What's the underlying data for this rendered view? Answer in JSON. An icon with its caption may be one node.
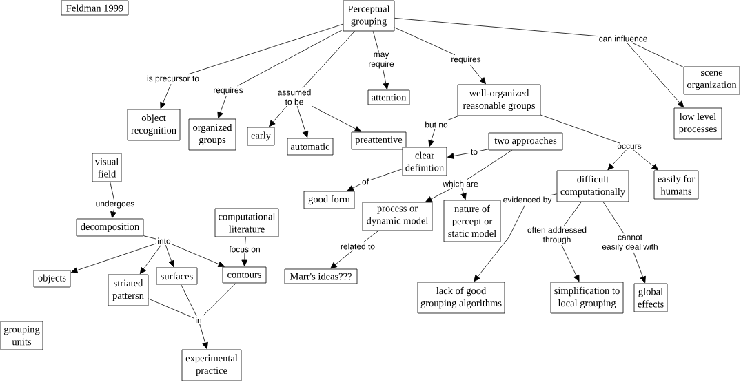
{
  "diagram": {
    "nodes": [
      {
        "text": [
          "Feldman 1999"
        ]
      },
      {
        "text": [
          "Perceptual grouping"
        ]
      },
      {
        "text": [
          "object recognition"
        ]
      },
      {
        "text": [
          "organized groups"
        ]
      },
      {
        "text": [
          "early"
        ]
      },
      {
        "text": [
          "automatic"
        ]
      },
      {
        "text": [
          "attention"
        ]
      },
      {
        "text": [
          "preattentive"
        ]
      },
      {
        "text": [
          "well-organized reasonable groups"
        ]
      },
      {
        "text": [
          "scene organization"
        ]
      },
      {
        "text": [
          "low level processes"
        ]
      },
      {
        "text": [
          "clear definition"
        ]
      },
      {
        "text": [
          "two approaches"
        ]
      },
      {
        "text": [
          "good form"
        ]
      },
      {
        "text": [
          "process or dynamic model"
        ]
      },
      {
        "text": [
          "nature of percept or static model"
        ]
      },
      {
        "text": [
          "difficult computationally"
        ]
      },
      {
        "text": [
          "easily for humans"
        ]
      },
      {
        "text": [
          "visual field"
        ]
      },
      {
        "text": [
          "decomposition"
        ]
      },
      {
        "text": [
          "computational literature"
        ]
      },
      {
        "text": [
          "objects"
        ]
      },
      {
        "text": [
          "striated pattersn"
        ]
      },
      {
        "text": [
          "surfaces"
        ]
      },
      {
        "text": [
          "contours"
        ]
      },
      {
        "text": [
          "Marr's ideas???"
        ]
      },
      {
        "text": [
          "lack of good grouping algorithms"
        ]
      },
      {
        "text": [
          "simplification to local grouping"
        ]
      },
      {
        "text": [
          "global effects"
        ]
      },
      {
        "text": [
          "grouping units"
        ]
      },
      {
        "text": [
          "experimental practice"
        ]
      },
      {
        "text": [
          "is precursor to"
        ]
      },
      {
        "text": [
          "requires"
        ]
      },
      {
        "text": [
          "assumed to be"
        ]
      },
      {
        "text": [
          "may require"
        ]
      },
      {
        "text": [
          "requires"
        ]
      },
      {
        "text": [
          "can influence"
        ]
      },
      {
        "text": [
          "but no"
        ]
      },
      {
        "text": [
          "to"
        ]
      },
      {
        "text": [
          "of"
        ]
      },
      {
        "text": [
          "which are"
        ]
      },
      {
        "text": [
          "occurs"
        ]
      },
      {
        "text": [
          "evidenced by"
        ]
      },
      {
        "text": [
          "often addressed through"
        ]
      },
      {
        "text": [
          "cannot easily deal with"
        ]
      },
      {
        "text": [
          "related to"
        ]
      },
      {
        "text": [
          "undergoes"
        ]
      },
      {
        "text": [
          "into"
        ]
      },
      {
        "text": [
          "focus on"
        ]
      },
      {
        "text": [
          "in"
        ]
      }
    ],
    "edges": [
      {
        "from": 1,
        "to": 31,
        "arrow": "none"
      },
      {
        "from": 31,
        "to": 2,
        "arrow": "to"
      },
      {
        "from": 1,
        "to": 32,
        "arrow": "none"
      },
      {
        "from": 32,
        "to": 3,
        "arrow": "to"
      },
      {
        "from": 1,
        "to": 33,
        "arrow": "none"
      },
      {
        "from": 33,
        "to": 4,
        "arrow": "to"
      },
      {
        "from": 33,
        "to": 5,
        "arrow": "to"
      },
      {
        "from": 33,
        "to": 7,
        "arrow": "to"
      },
      {
        "from": 1,
        "to": 34,
        "arrow": "none"
      },
      {
        "from": 34,
        "to": 6,
        "arrow": "to"
      },
      {
        "from": 1,
        "to": 35,
        "arrow": "none"
      },
      {
        "from": 35,
        "to": 8,
        "arrow": "to"
      },
      {
        "from": 1,
        "to": 36,
        "arrow": "none"
      },
      {
        "from": 36,
        "to": 9,
        "arrow": "none"
      },
      {
        "from": 36,
        "to": 10,
        "arrow": "to"
      },
      {
        "from": 8,
        "to": 37,
        "arrow": "none"
      },
      {
        "from": 37,
        "to": 11,
        "arrow": "to"
      },
      {
        "from": 8,
        "to": 41,
        "arrow": "none"
      },
      {
        "from": 41,
        "to": 16,
        "arrow": "to"
      },
      {
        "from": 41,
        "to": 17,
        "arrow": "to"
      },
      {
        "from": 12,
        "to": 38,
        "arrow": "none"
      },
      {
        "from": 38,
        "to": 11,
        "arrow": "to"
      },
      {
        "from": 12,
        "to": 40,
        "arrow": "none"
      },
      {
        "from": 40,
        "to": 14,
        "arrow": "to"
      },
      {
        "from": 40,
        "to": 15,
        "arrow": "to"
      },
      {
        "from": 11,
        "to": 39,
        "arrow": "none"
      },
      {
        "from": 39,
        "to": 13,
        "arrow": "to"
      },
      {
        "from": 16,
        "to": 42,
        "arrow": "none"
      },
      {
        "from": 42,
        "to": 26,
        "arrow": "to"
      },
      {
        "from": 16,
        "to": 43,
        "arrow": "none"
      },
      {
        "from": 43,
        "to": 27,
        "arrow": "to"
      },
      {
        "from": 16,
        "to": 44,
        "arrow": "none"
      },
      {
        "from": 44,
        "to": 28,
        "arrow": "to"
      },
      {
        "from": 14,
        "to": 45,
        "arrow": "none"
      },
      {
        "from": 45,
        "to": 25,
        "arrow": "to"
      },
      {
        "from": 18,
        "to": 46,
        "arrow": "none"
      },
      {
        "from": 46,
        "to": 19,
        "arrow": "to"
      },
      {
        "from": 19,
        "to": 47,
        "arrow": "none"
      },
      {
        "from": 47,
        "to": 21,
        "arrow": "to"
      },
      {
        "from": 47,
        "to": 22,
        "arrow": "to"
      },
      {
        "from": 47,
        "to": 23,
        "arrow": "to"
      },
      {
        "from": 47,
        "to": 24,
        "arrow": "to"
      },
      {
        "from": 20,
        "to": 48,
        "arrow": "none"
      },
      {
        "from": 48,
        "to": 24,
        "arrow": "to"
      },
      {
        "from": 22,
        "to": 49,
        "arrow": "none"
      },
      {
        "from": 23,
        "to": 49,
        "arrow": "none"
      },
      {
        "from": 24,
        "to": 49,
        "arrow": "none"
      },
      {
        "from": 49,
        "to": 30,
        "arrow": "to"
      }
    ]
  }
}
